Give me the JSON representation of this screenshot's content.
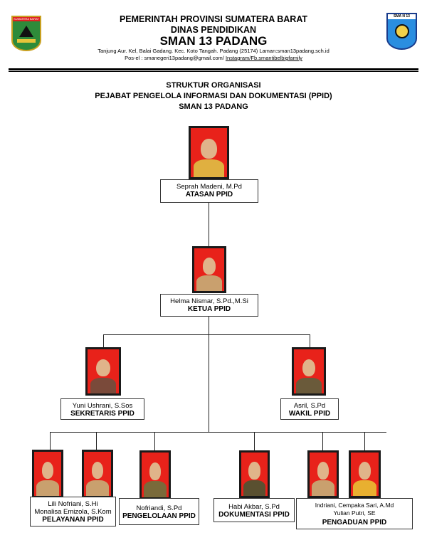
{
  "header": {
    "line1": "PEMERINTAH PROVINSI SUMATERA BARAT",
    "line2": "DINAS PENDIDIKAN",
    "school": "SMAN 13 PADANG",
    "address": "Tanjung Aur. Kel, Balai Gadang. Kec. Koto Tangah. Padang (25174) Laman:sman13padang.sch.id",
    "email_prefix": "Pos-el : smanegeri13padang@gmail.com/ ",
    "social": "Instagram/Fb.smantibelbigfamily",
    "left_logo_text": "SUMATERA BARAT",
    "right_logo_text": "SMA N 13"
  },
  "title": {
    "line1": "STRUKTUR ORGANISASI",
    "line2": "PEJABAT PENGELOLA INFORMASI DAN DOKUMENTASI (PPID)",
    "line3": "SMAN 13 PADANG"
  },
  "nodes": {
    "atasan": {
      "name": "Seprah Madeni, M.Pd",
      "role": "ATASAN PPID"
    },
    "ketua": {
      "name": "Helma Nismar, S.Pd.,M.Si",
      "role": "KETUA PPID"
    },
    "sekretaris": {
      "name": "Yuni Ushrani, S.Sos",
      "role": "SEKRETARIS PPID"
    },
    "wakil": {
      "name": "Asril, S.Pd",
      "role": "WAKIL PPID"
    },
    "pelayanan": {
      "name1": "Lili Nofriani, S.Hi",
      "name2": "Monalisa Emizola, S.Kom",
      "role": "PELAYANAN PPID"
    },
    "pengelolaan": {
      "name": "Nofriandi, S.Pd",
      "role": "PENGELOLAAN PPID"
    },
    "dokumentasi": {
      "name": "Habi Akbar, S.Pd",
      "role": "DOKUMENTASI PPID"
    },
    "pengaduan": {
      "name1": "Indriani, Cempaka Sari, A.Md",
      "name2": "Yulian Putri, SE",
      "role": "PENGADUAN PPID"
    }
  }
}
